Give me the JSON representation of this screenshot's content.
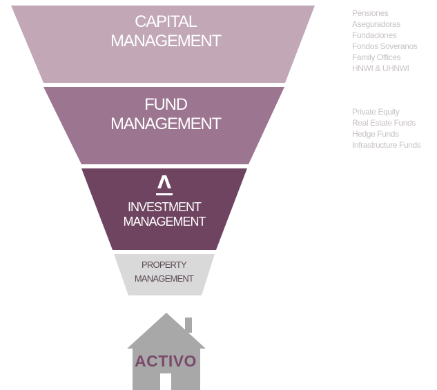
{
  "funnel": {
    "capital": {
      "line1": "CAPITAL",
      "line2": "MANAGEMENT",
      "color": "#c2a7b7"
    },
    "fund": {
      "line1": "FUND",
      "line2": "MANAGEMENT",
      "color": "#9c7590"
    },
    "investment": {
      "logo": "Λ",
      "line1": "INVESTMENT",
      "line2": "MANAGEMENT",
      "color": "#6e4460"
    },
    "property": {
      "line1": "PROPERTY",
      "line2": "MANAGEMENT",
      "color": "#d9d9d9"
    }
  },
  "asset": {
    "label": "ACTIVO",
    "icon": "house-icon",
    "color": "#a8a8a8"
  },
  "capital_sources": [
    "Pensiones",
    "Aseguradoras",
    "Fundaciones",
    "Fondos Soveranos",
    "Family Offices",
    "HNWI & UHNWI"
  ],
  "fund_types": [
    "Private Equity",
    "Real Estate Funds",
    "Hedge Funds",
    "Infrastructure Funds"
  ]
}
